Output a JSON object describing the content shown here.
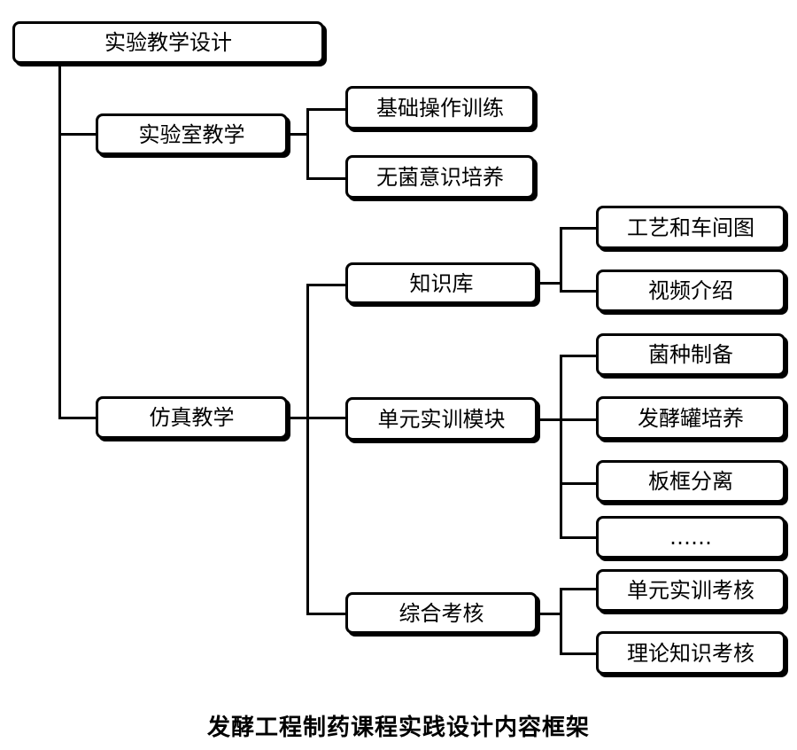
{
  "root": {
    "label": "实验教学设计"
  },
  "lab_teaching": {
    "label": "实验室教学",
    "children": [
      "基础操作训练",
      "无菌意识培养"
    ]
  },
  "simulation_teaching": {
    "label": "仿真教学",
    "knowledge_base": {
      "label": "知识库",
      "children": [
        "工艺和车间图",
        "视频介绍"
      ]
    },
    "unit_training": {
      "label": "单元实训模块",
      "children": [
        "菌种制备",
        "发酵罐培养",
        "板框分离",
        "……"
      ]
    },
    "assessment": {
      "label": "综合考核",
      "children": [
        "单元实训考核",
        "理论知识考核"
      ]
    }
  },
  "caption": "发酵工程制药课程实践设计内容框架"
}
